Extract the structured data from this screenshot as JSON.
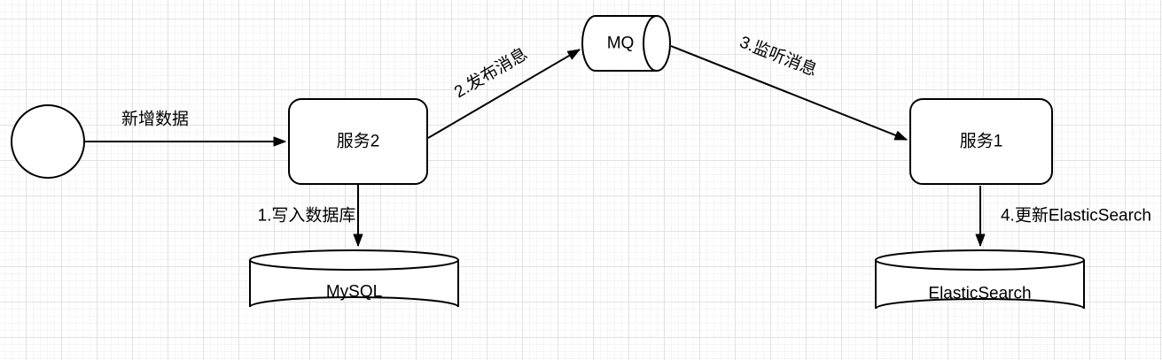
{
  "diagram": {
    "type": "flow-diagram",
    "background": {
      "canvas_color": "#ffffff",
      "grid_minor_color": "#f5f5f5",
      "grid_major_color": "#e2e2e2"
    },
    "style": {
      "stroke_color": "#000000",
      "shape_fill": "#ffffff",
      "text_color": "#000000"
    },
    "nodes": {
      "start": {
        "shape": "circle",
        "label": ""
      },
      "service2": {
        "shape": "rounded-rectangle",
        "label": "服务2"
      },
      "mq": {
        "shape": "horizontal-cylinder",
        "label": "MQ"
      },
      "service1": {
        "shape": "rounded-rectangle",
        "label": "服务1"
      },
      "mysql": {
        "shape": "database-cylinder",
        "label": "MySQL"
      },
      "elasticsearch": {
        "shape": "database-cylinder",
        "label": "ElasticSearch"
      }
    },
    "edges": {
      "add_data": {
        "from": "start",
        "to": "service2",
        "label": "新增数据"
      },
      "write_db": {
        "from": "service2",
        "to": "mysql",
        "label": "1.写入数据库"
      },
      "publish_msg": {
        "from": "service2",
        "to": "mq",
        "label": "2.发布消息"
      },
      "listen_msg": {
        "from": "mq",
        "to": "service1",
        "label": "3.监听消息"
      },
      "update_es": {
        "from": "service1",
        "to": "elasticsearch",
        "label": "4.更新ElasticSearch"
      }
    }
  }
}
